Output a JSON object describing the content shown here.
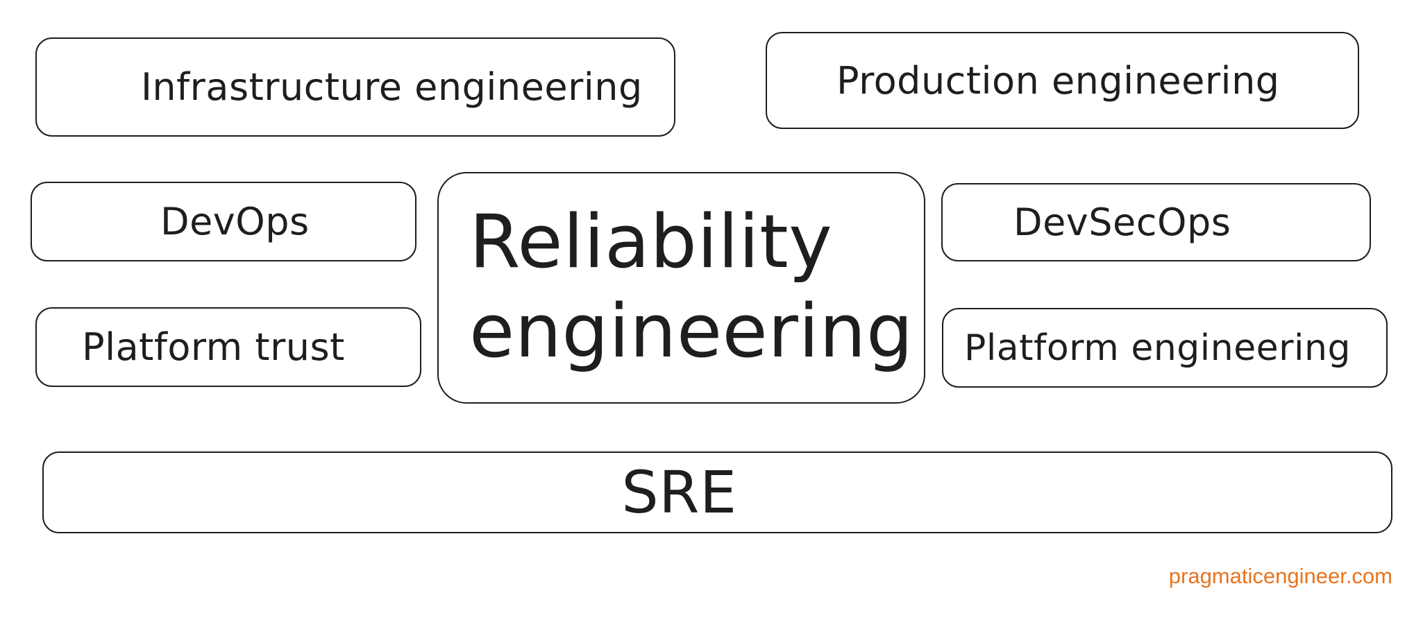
{
  "diagram": {
    "boxes": {
      "infrastructure_engineering": "Infrastructure engineering",
      "production_engineering": "Production engineering",
      "devops": "DevOps",
      "platform_trust": "Platform trust",
      "reliability_engineering": "Reliability engineering",
      "devsecops": "DevSecOps",
      "platform_engineering": "Platform engineering",
      "sre": "SRE"
    }
  },
  "footer": {
    "site": "pragmaticengineer.com",
    "site_color": "#e8741e"
  },
  "colors": {
    "stroke": "#1e1e1e",
    "background": "#ffffff"
  }
}
